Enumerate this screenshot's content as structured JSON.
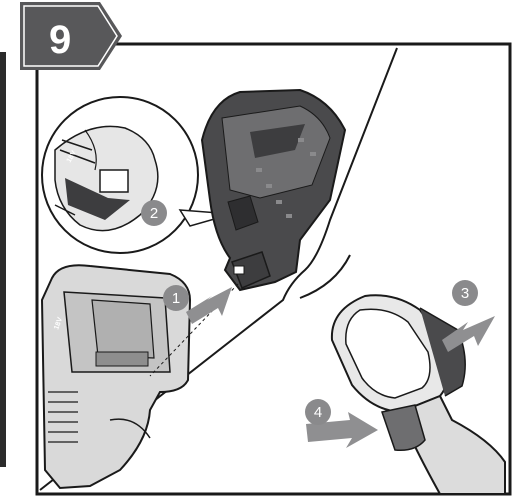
{
  "step": {
    "number": "9"
  },
  "callouts": [
    {
      "id": "1",
      "label": "1"
    },
    {
      "id": "2",
      "label": "2"
    },
    {
      "id": "3",
      "label": "3"
    },
    {
      "id": "4",
      "label": "4"
    }
  ],
  "marks": {
    "voltage": "18V"
  },
  "colors": {
    "badge": "#58585a",
    "callout": "#8a8a8c",
    "arrow": "#8f8f91",
    "outline": "#1a1a1a",
    "battery_dark": "#3d3d3f",
    "battery_mid": "#6e6e70",
    "device": "#d2d2d2"
  },
  "icons": [
    "step-badge",
    "insertion-arrow-icon",
    "press-arrow-icon",
    "magnifier-callout"
  ]
}
